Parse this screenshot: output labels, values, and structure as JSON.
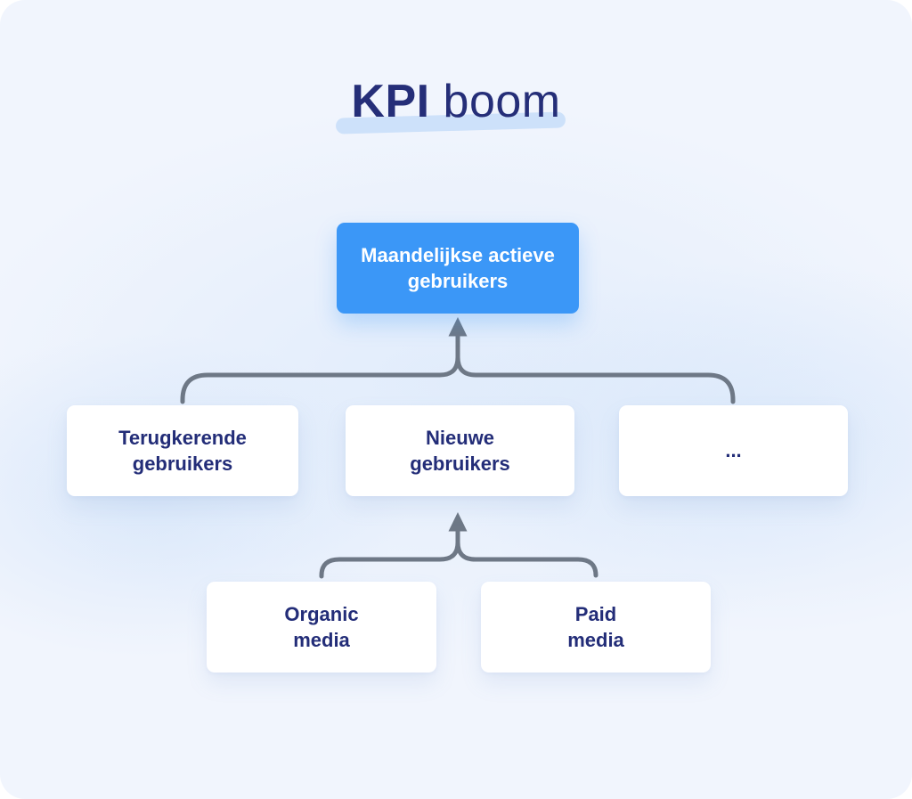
{
  "title": {
    "bold_part": "KPI",
    "regular_part": "boom"
  },
  "nodes": {
    "root": {
      "line1": "Maandelijkse actieve",
      "line2": "gebruikers"
    },
    "returning": {
      "line1": "Terugkerende",
      "line2": "gebruikers"
    },
    "new": {
      "line1": "Nieuwe",
      "line2": "gebruikers"
    },
    "other": {
      "line1": "..."
    },
    "organic": {
      "line1": "Organic",
      "line2": "media"
    },
    "paid": {
      "line1": "Paid",
      "line2": "media"
    }
  },
  "colors": {
    "canvas_background": "#f1f5fd",
    "root_node_background": "#3b97f7",
    "root_node_text": "#ffffff",
    "node_background": "#ffffff",
    "node_text": "#232d78",
    "title_text": "#252e78",
    "title_highlight": "#cde1fa",
    "connector": "#6e7886"
  }
}
